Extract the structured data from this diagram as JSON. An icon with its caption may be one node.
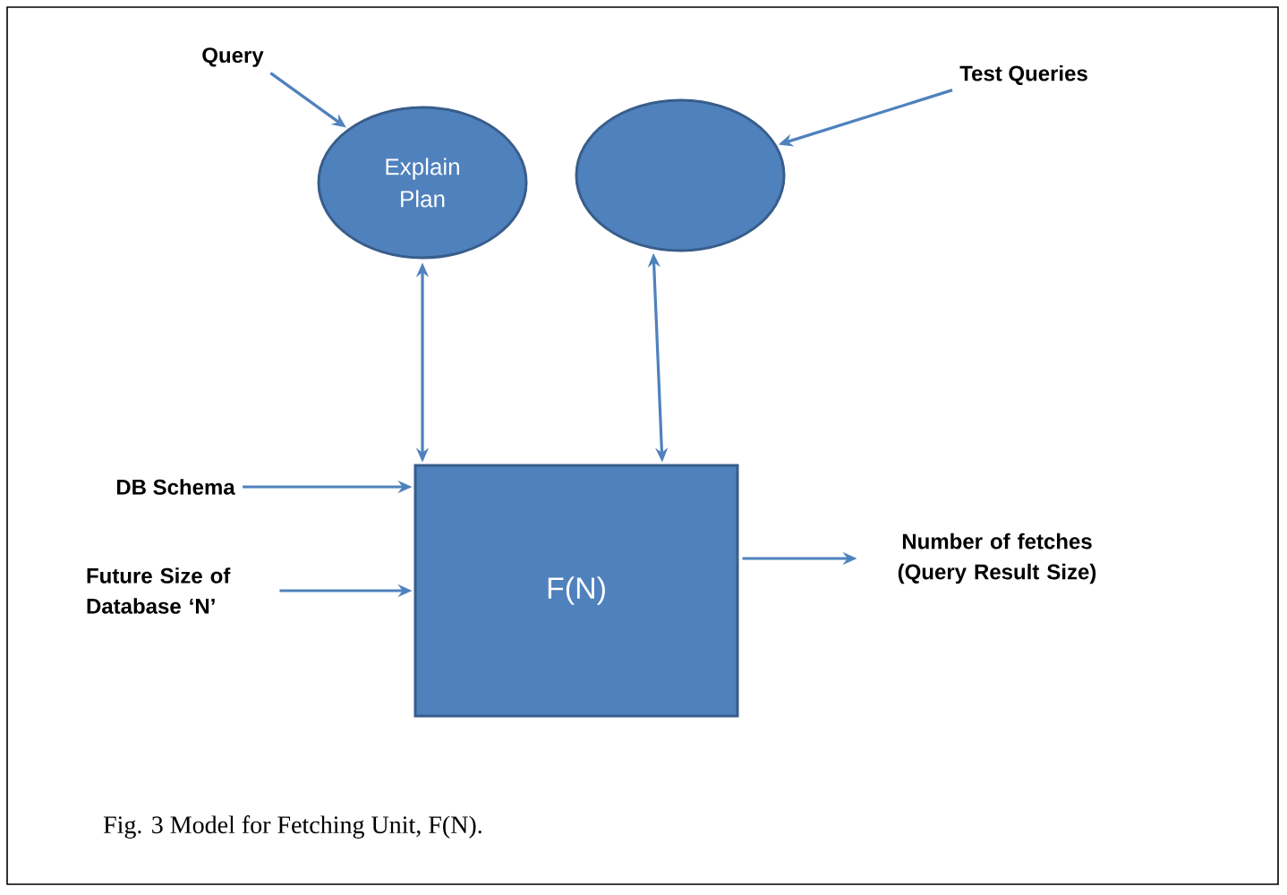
{
  "diagram": {
    "caption": "Fig. 3  Model for Fetching Unit, F(N).",
    "nodes": [
      {
        "text": [
          "Query"
        ]
      },
      {
        "text": [
          "Explain Plan"
        ]
      },
      {
        "text": [],
        "shape": "ellipse"
      },
      {
        "text": [
          "Test Queries"
        ]
      },
      {
        "text": [
          "DB Schema"
        ]
      },
      {
        "text": [
          "F(N)"
        ]
      },
      {
        "text": [
          "Future Size of Database ‘N’"
        ]
      },
      {
        "text": [
          "Number of fetches (Query Result Size)"
        ]
      }
    ],
    "edges": [
      {
        "from": 0,
        "to": 1,
        "arrow": "to"
      },
      {
        "from": 3,
        "to": 2,
        "arrow": "to"
      },
      {
        "from": 1,
        "to": 5,
        "arrow": "both"
      },
      {
        "from": 2,
        "to": 5,
        "arrow": "both"
      },
      {
        "from": 4,
        "to": 5,
        "arrow": "to"
      },
      {
        "from": 6,
        "to": 5,
        "arrow": "to"
      },
      {
        "from": 5,
        "to": 7,
        "arrow": "to"
      }
    ]
  }
}
